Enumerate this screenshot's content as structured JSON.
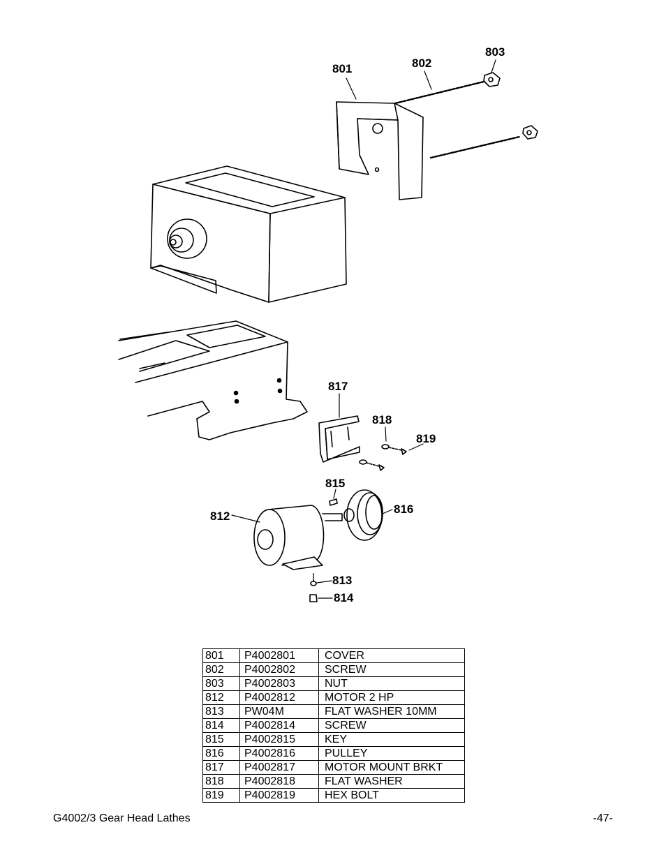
{
  "diagram": {
    "callouts": {
      "c801": "801",
      "c802": "802",
      "c803": "803",
      "c812": "812",
      "c813": "813",
      "c814": "814",
      "c815": "815",
      "c816": "816",
      "c817": "817",
      "c818": "818",
      "c819": "819"
    }
  },
  "parts": [
    {
      "ref": "801",
      "part": "P4002801",
      "desc": "COVER"
    },
    {
      "ref": "802",
      "part": "P4002802",
      "desc": "SCREW"
    },
    {
      "ref": "803",
      "part": "P4002803",
      "desc": "NUT"
    },
    {
      "ref": "812",
      "part": "P4002812",
      "desc": "MOTOR 2 HP"
    },
    {
      "ref": "813",
      "part": "PW04M",
      "desc": "FLAT WASHER 10MM"
    },
    {
      "ref": "814",
      "part": "P4002814",
      "desc": "SCREW"
    },
    {
      "ref": "815",
      "part": "P4002815",
      "desc": "KEY"
    },
    {
      "ref": "816",
      "part": "P4002816",
      "desc": "PULLEY"
    },
    {
      "ref": "817",
      "part": "P4002817",
      "desc": "MOTOR MOUNT BRKT"
    },
    {
      "ref": "818",
      "part": "P4002818",
      "desc": "FLAT WASHER"
    },
    {
      "ref": "819",
      "part": "P4002819",
      "desc": "HEX BOLT"
    }
  ],
  "footer": {
    "left": "G4002/3 Gear Head Lathes",
    "right": "-47-"
  }
}
